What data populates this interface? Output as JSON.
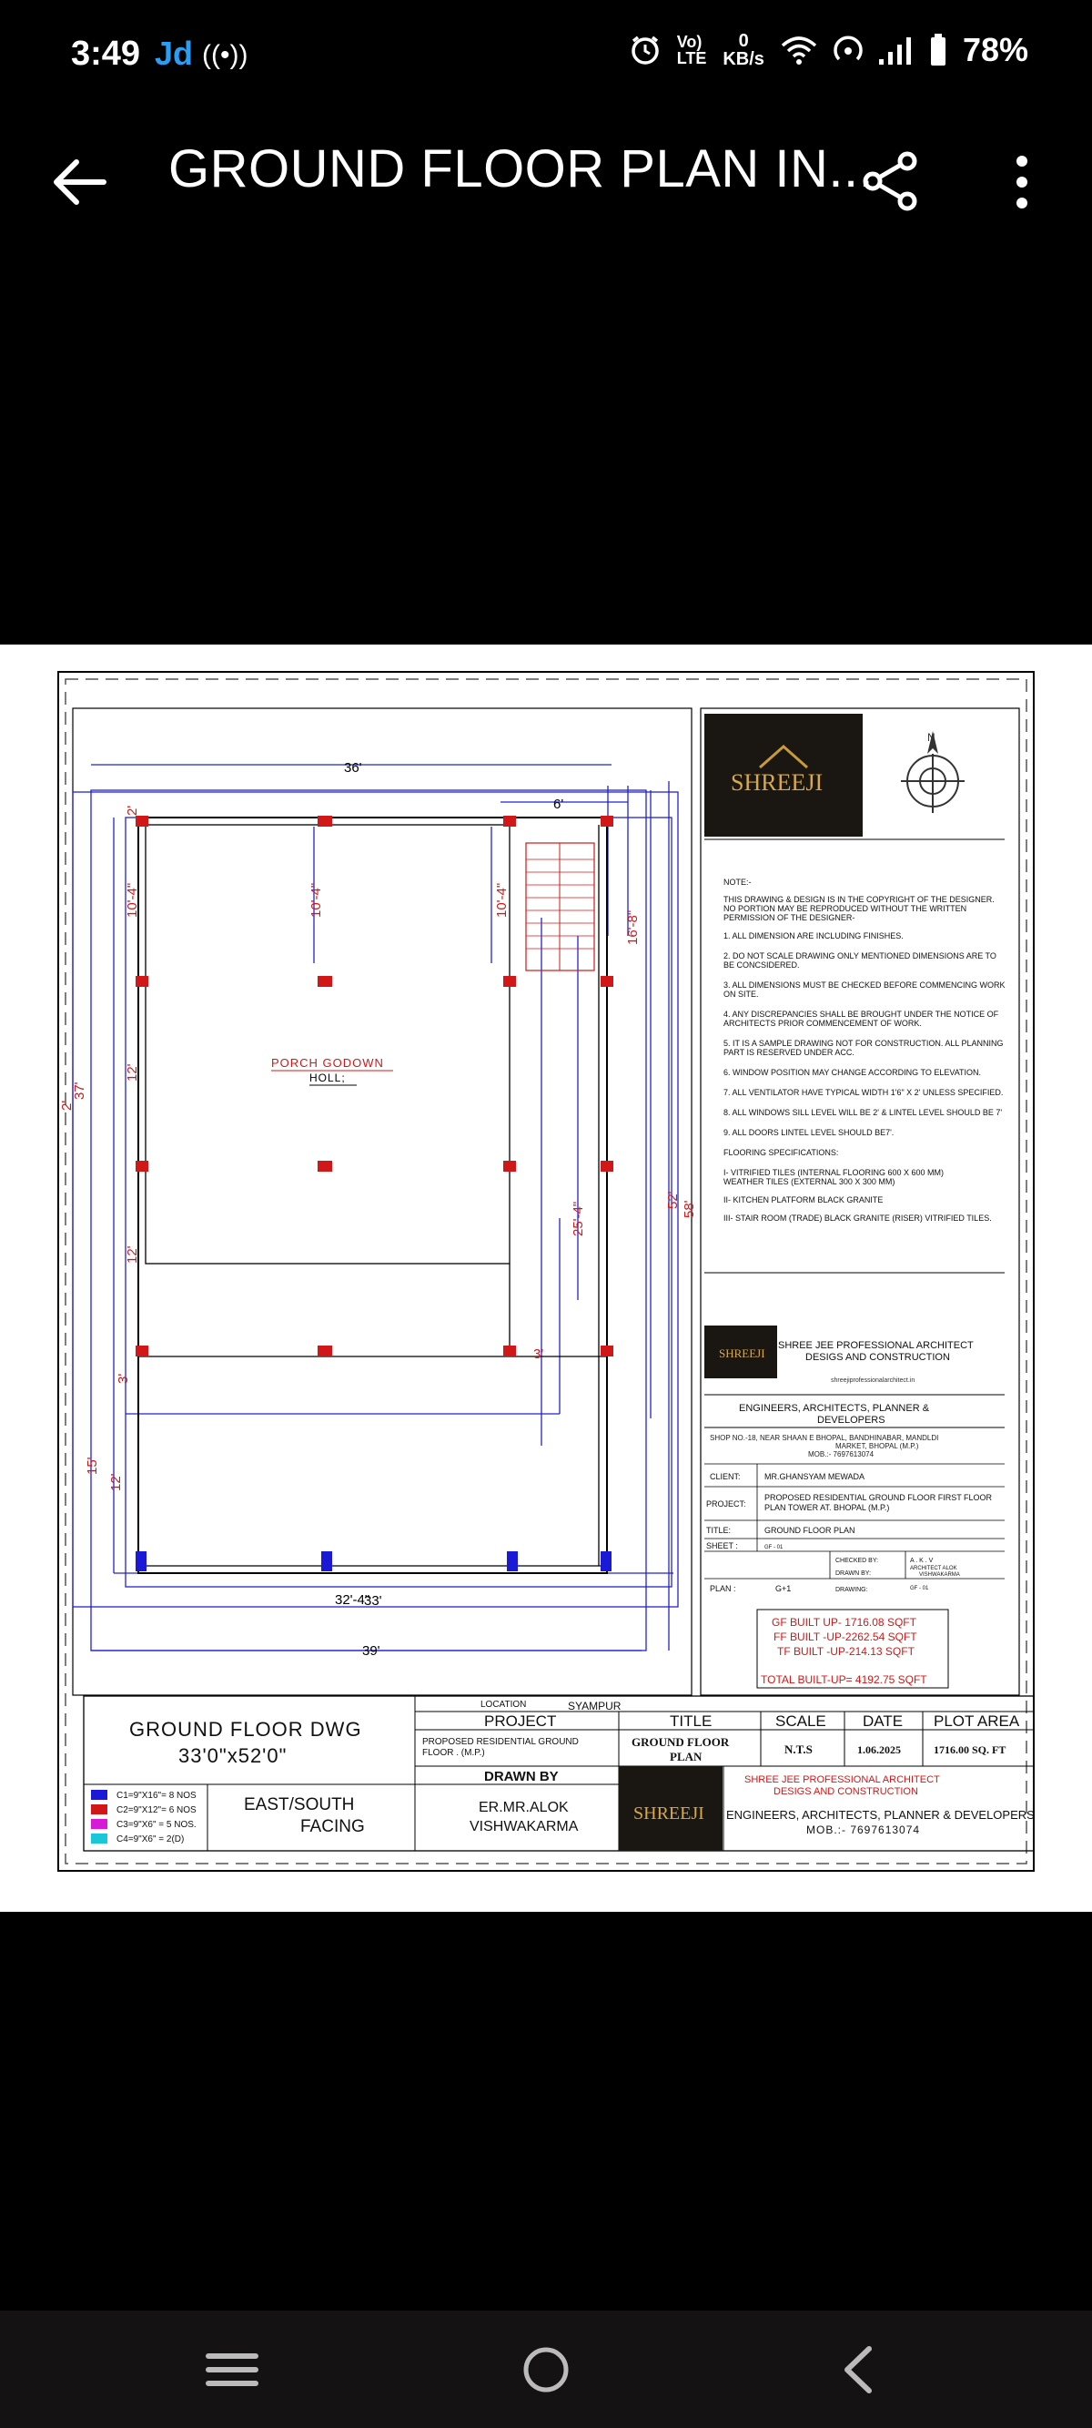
{
  "status_bar": {
    "time": "3:49",
    "carrier_logo": "Jd",
    "hotspot_icon": "hotspot-icon",
    "alarm_icon": "alarm-icon",
    "volte_top": "Vo)",
    "volte_bottom": "LTE",
    "net_speed_value": "0",
    "net_speed_unit": "KB/s",
    "battery": "78%"
  },
  "app_bar": {
    "title": "GROUND FLOOR PLAN IN...",
    "back_icon": "arrow-left-icon",
    "share_icon": "share-icon",
    "more_icon": "more-vert-icon"
  },
  "plan": {
    "dims": {
      "d36": "36'",
      "d6": "6'",
      "d2": "2'",
      "d10_4a": "10'-4\"",
      "d10_4b": "10'-4\"",
      "d10_4c": "10'-4\"",
      "d16_8": "16'-8\"",
      "d37": "37'",
      "d12a": "12'",
      "d12b": "12'",
      "d25_4": "25'-4\"",
      "d52": "52'",
      "d58": "58'",
      "d3a": "3'",
      "d3b": "3'",
      "d32_4": "32'-4\"",
      "d15": "15'",
      "d12c": "12'",
      "d33": "33'",
      "d39": "39'",
      "d2_left": "2'"
    },
    "room_name": "PORCH GODOWN",
    "room_sub": "HOLL;"
  },
  "notes": {
    "heading": "NOTE:-",
    "lines": [
      "THIS DRAWING & DESIGN IS IN THE COPYRIGHT OF THE DESIGNER.",
      "NO PORTION MAY BE REPRODUCED WITHOUT THE WRITTEN",
      "PERMISSION OF THE DESIGNER-",
      "1. ALL DIMENSION ARE INCLUDING FINISHES.",
      "2. DO NOT SCALE DRAWING ONLY MENTIONED DIMENSIONS ARE TO",
      "BE CONCSIDERED.",
      "3. ALL DIMENSIONS MUST BE CHECKED BEFORE COMMENCING WORK",
      "ON SITE.",
      "4. ANY DISCREPANCIES SHALL BE BROUGHT UNDER THE NOTICE OF",
      "ARCHITECTS PRIOR COMMENCEMENT OF WORK.",
      "5. IT IS A SAMPLE DRAWING NOT FOR CONSTRUCTION. ALL PLANNING",
      "PART IS RESERVED UNDER ACC.",
      "6. WINDOW POSITION MAY CHANGE ACCORDING TO ELEVATION.",
      "7. ALL VENTILATOR HAVE TYPICAL WIDTH 1'6\" X 2' UNLESS SPECIFIED.",
      "8. ALL WINDOWS SILL LEVEL WILL BE 2' & LINTEL LEVEL SHOULD BE 7'",
      "9. ALL DOORS LINTEL LEVEL SHOULD BE7'.",
      "FLOORING SPECIFICATIONS:",
      "I- VITRIFIED TILES (INTERNAL FLOORING      600 X 600 MM)",
      "WEATHER TILES (EXTERNAL 300 X 300 MM)",
      "II- KITCHEN PLATFORM BLACK GRANITE",
      "III- STAIR ROOM (TRADE) BLACK GRANITE (RISER) VITRIFIED TILES."
    ]
  },
  "firm": {
    "logo_text": "SHREEJI",
    "name_line1": "SHREE JEE PROFESSIONAL ARCHITECT",
    "name_line2": "DESIGS AND CONSTRUCTION",
    "website": "shreejiprofessionalarchitect.in",
    "tagline": "ENGINEERS, ARCHITECTS, PLANNER &",
    "tagline2": "DEVELOPERS",
    "address1": "SHOP NO.-18, NEAR SHAAN E BHOPAL, BANDHINABAR, MANDLDI",
    "address2": "MARKET, BHOPAL (M.P.)",
    "mobile": "MOB.:- 7697613074"
  },
  "info": {
    "client_label": "CLIENT:",
    "client_value": "MR.GHANSYAM MEWADA",
    "project_label": "PROJECT:",
    "project_value1": "PROPOSED RESIDENTIAL GROUND FLOOR FIRST FLOOR",
    "project_value2": "PLAN TOWER AT. BHOPAL (M.P.)",
    "title_label": "TITLE:",
    "title_value": "GROUND FLOOR PLAN",
    "sheet_label": "SHEET :",
    "sheet_value": "GF - 01",
    "checked_label": "CHECKED BY:",
    "checked_value": "A . K . V",
    "drawn_label": "DRAWN BY:",
    "drawn_value1": "ARCHITECT ALOK",
    "drawn_value2": "VISHWAKARMA",
    "plan_label": "PLAN :",
    "plan_value": "G+1",
    "drawing_label": "DRAWING:",
    "drawing_value": "GF - 01"
  },
  "built": {
    "gf": "GF BUILT UP- 1716.08 SQFT",
    "ff": "FF BUILT -UP-2262.54 SQFT",
    "tf": "TF BUILT -UP-214.13 SQFT",
    "total": "TOTAL BUILT-UP= 4192.75 SQFT"
  },
  "titleblock": {
    "dwg_title": "GROUND FLOOR DWG",
    "dwg_size": "33'0\"x52'0\"",
    "legend": [
      {
        "label": "C1=9\"X16\"= 8 NOS",
        "color": "#1a1ad6"
      },
      {
        "label": "C2=9\"X12\"= 6 NOS",
        "color": "#d01818"
      },
      {
        "label": "C3=9\"X6\" = 5 NOS.",
        "color": "#d61ad6"
      },
      {
        "label": "C4=9\"X6\" = 2(D)",
        "color": "#18c8d8"
      }
    ],
    "facing1": "EAST/SOUTH",
    "facing2": "FACING",
    "location_label": "LOCATION",
    "location_value": "SYAMPUR",
    "project_head": "PROJECT",
    "project_text1": "PROPOSED RESIDENTIAL GROUND",
    "project_text2": "FLOOR . (M.P.)",
    "title_head": "TITLE",
    "title_text1": "GROUND FLOOR",
    "title_text2": "PLAN",
    "scale_head": "SCALE",
    "scale_value": "N.T.S",
    "date_head": "DATE",
    "date_value": "1.06.2025",
    "area_head": "PLOT AREA",
    "area_value": "1716.00 SQ. FT",
    "drawn_head": "DRAWN BY",
    "drawn_name1": "ER.MR.ALOK",
    "drawn_name2": "VISHWAKARMA",
    "firm_line1": "SHREE JEE PROFESSIONAL ARCHITECT",
    "firm_line2": "DESIGS AND CONSTRUCTION",
    "firm_line3": "ENGINEERS, ARCHITECTS, PLANNER & DEVELOPERS",
    "firm_mob": "MOB.:- 7697613074"
  },
  "nav_bar": {
    "recents_icon": "recents-icon",
    "home_icon": "home-circle-icon",
    "back_icon": "nav-back-icon"
  }
}
